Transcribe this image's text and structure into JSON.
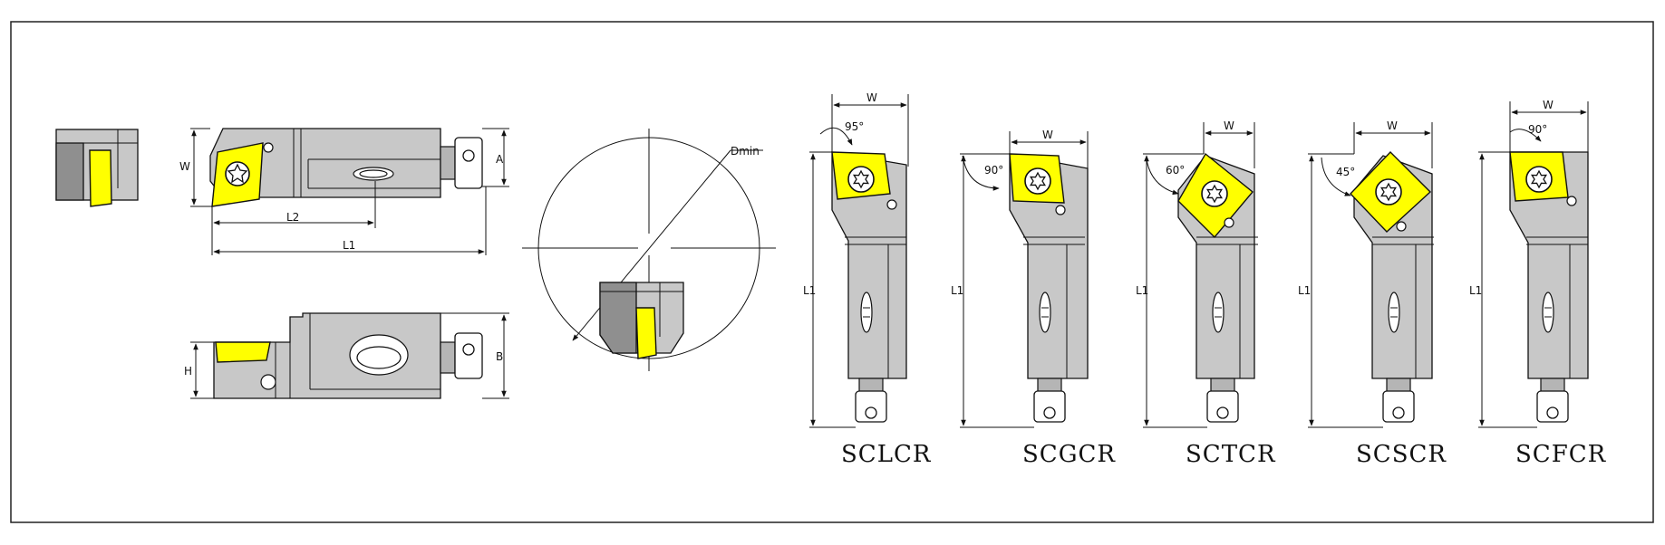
{
  "colors": {
    "insert": "#ffff00",
    "body": "#c8c8c8",
    "line": "#111111"
  },
  "top_view": {
    "w_label": "W",
    "a_label": "A",
    "l1_label": "L1",
    "l2_label": "L2"
  },
  "side_view": {
    "h_label": "H",
    "b_label": "B"
  },
  "circle_view": {
    "d_label": "Dmin"
  },
  "variants": [
    {
      "name": "SCLCR",
      "angle": "95°",
      "w_label": "W",
      "l1_label": "L1"
    },
    {
      "name": "SCGCR",
      "angle": "90°",
      "w_label": "W",
      "l1_label": "L1"
    },
    {
      "name": "SCTCR",
      "angle": "60°",
      "w_label": "W",
      "l1_label": "L1"
    },
    {
      "name": "SCSCR",
      "angle": "45°",
      "w_label": "W",
      "l1_label": "L1"
    },
    {
      "name": "SCFCR",
      "angle": "90°",
      "w_label": "W",
      "l1_label": "L1"
    }
  ]
}
